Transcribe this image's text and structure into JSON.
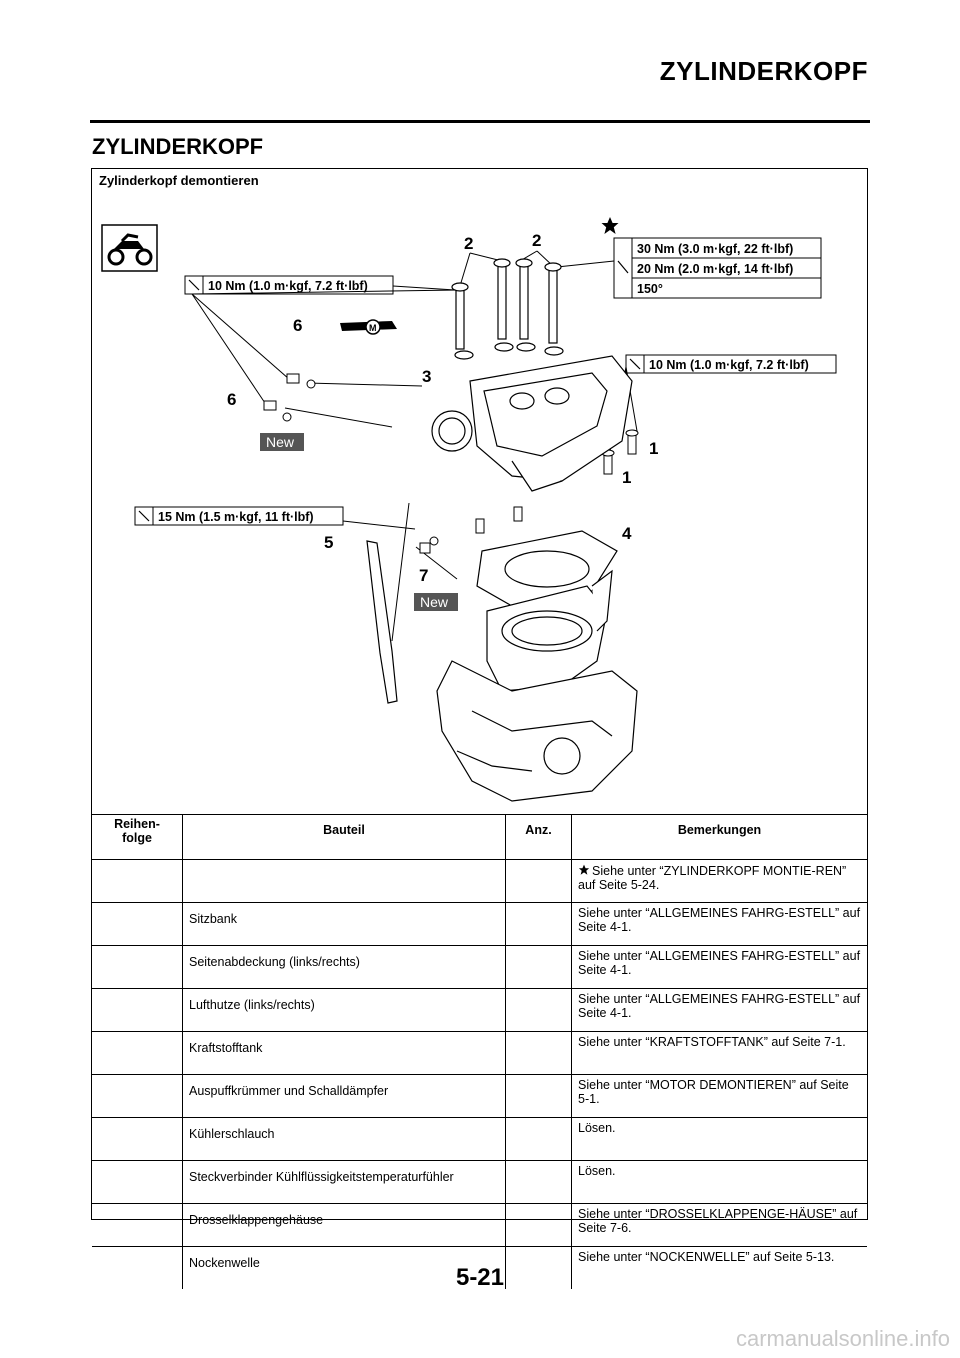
{
  "header": {
    "title": "ZYLINDERKOPF"
  },
  "section": {
    "title": "ZYLINDERKOPF"
  },
  "procedure": {
    "title": "Zylinderkopf demontieren"
  },
  "diagram": {
    "torque_left": "10 Nm (1.0 m·kgf, 7.2 ft·lbf)",
    "torque_right_top": [
      "30 Nm (3.0 m·kgf, 22 ft·lbf)",
      "20 Nm (2.0 m·kgf, 14 ft·lbf)",
      "150°"
    ],
    "torque_right_mid": "10 Nm (1.0 m·kgf, 7.2 ft·lbf)",
    "torque_lower": "15 Nm (1.5 m·kgf, 11 ft·lbf)",
    "new_label": "New",
    "lube_label": "M",
    "callouts": [
      "1",
      "1",
      "2",
      "2",
      "3",
      "4",
      "5",
      "6",
      "6",
      "7"
    ]
  },
  "table": {
    "headers": [
      "Reihen-\nfolge",
      "Bauteil",
      "Anz.",
      "Bemerkungen"
    ],
    "rows": [
      {
        "order": "",
        "part": "",
        "qty": "",
        "remark": "Siehe unter “ZYLINDERKOPF MONTIE-REN” auf Seite 5-24.",
        "starred": true
      },
      {
        "order": "",
        "part": "Sitzbank",
        "qty": "",
        "remark": "Siehe unter “ALLGEMEINES FAHRG-ESTELL” auf Seite 4-1."
      },
      {
        "order": "",
        "part": "Seitenabdeckung (links/rechts)",
        "qty": "",
        "remark": "Siehe unter “ALLGEMEINES FAHRG-ESTELL” auf Seite 4-1."
      },
      {
        "order": "",
        "part": "Lufthutze (links/rechts)",
        "qty": "",
        "remark": "Siehe unter “ALLGEMEINES FAHRG-ESTELL” auf Seite 4-1."
      },
      {
        "order": "",
        "part": "Kraftstofftank",
        "qty": "",
        "remark": "Siehe unter “KRAFTSTOFFTANK” auf Seite 7-1."
      },
      {
        "order": "",
        "part": "Auspuffkrümmer und Schalldämpfer",
        "qty": "",
        "remark": "Siehe unter “MOTOR DEMONTIEREN” auf Seite 5-1."
      },
      {
        "order": "",
        "part": "Kühlerschlauch",
        "qty": "",
        "remark": "Lösen."
      },
      {
        "order": "",
        "part": "Steckverbinder Kühlflüssigkeitstemperaturfühler",
        "qty": "",
        "remark": "Lösen."
      },
      {
        "order": "",
        "part": "Drosselklappengehäuse",
        "qty": "",
        "remark": "Siehe unter “DROSSELKLAPPENGE-HÄUSE” auf Seite 7-6."
      },
      {
        "order": "",
        "part": "Nockenwelle",
        "qty": "",
        "remark": "Siehe unter “NOCKENWELLE” auf Seite 5-13."
      }
    ]
  },
  "footer": {
    "page_number": "5-21",
    "watermark": "carmanualsonline.info"
  }
}
